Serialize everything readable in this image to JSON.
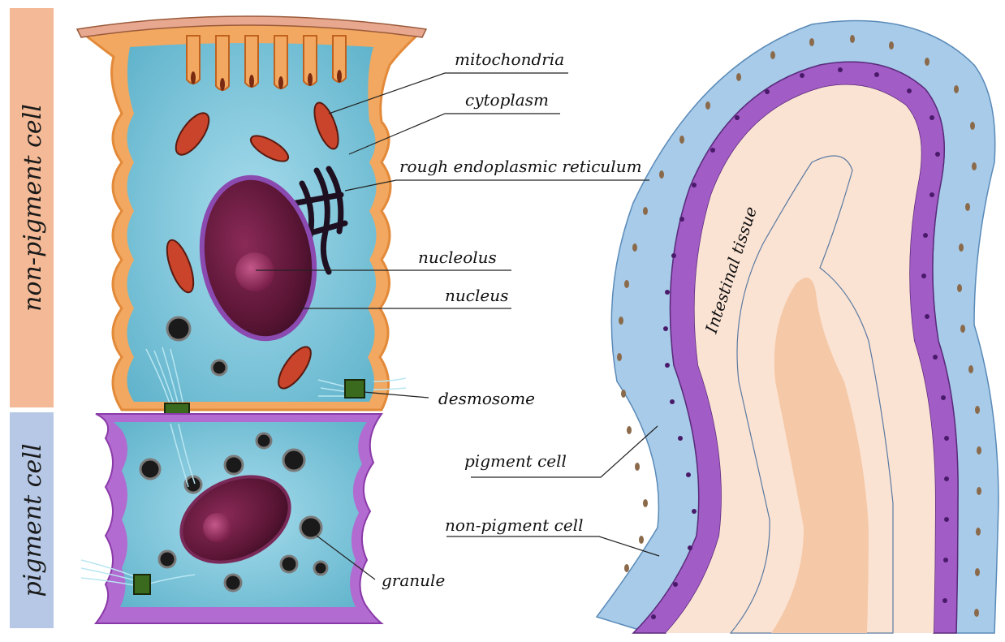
{
  "side_labels": {
    "upper": "non-pigment cell",
    "lower": "pigment cell"
  },
  "labels": {
    "mitochondria": "mitochondria",
    "cytoplasm": "cytoplasm",
    "rer": "rough endoplasmic reticulum",
    "nucleolus": "nucleolus",
    "nucleus": "nucleus",
    "desmosome": "desmosome",
    "granule": "granule",
    "pigment_cell": "pigment cell",
    "non_pigment_cell": "non-pigment cell",
    "tissue": "Intestinal tissue"
  },
  "colors": {
    "upper_bar": "#f4b996",
    "lower_bar": "#b6c8e6",
    "cytoplasm": "#7ec8dc",
    "membrane_upper": "#f2a860",
    "membrane_lower": "#b26bd0",
    "nucleus": "#6a1a3c",
    "mito": "#c9442a",
    "tissue_light": "#fbe3d4",
    "tissue_dark": "#f5c9a7",
    "outer_cells": "#a7cbe8",
    "inner_cells": "#a25cc6"
  }
}
